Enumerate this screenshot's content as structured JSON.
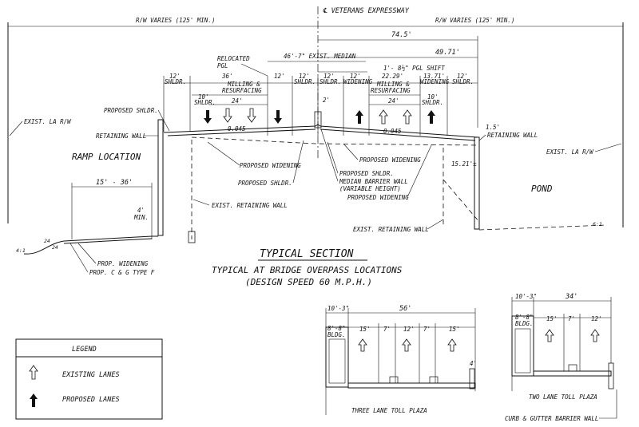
{
  "top": {
    "centerline": "℄ VETERANS EXPRESSWAY",
    "rw_left": "R/W VARIES (125' MIN.)",
    "rw_right": "R/W VARIES (125' MIN.)",
    "dim_745": "74.5'",
    "dim_4971": "49.71'",
    "exist_median": "46'-7\" EXIST. MEDIAN",
    "pgl_shift": "1'- 8½\" PGL SHIFT",
    "relocated_pgl": "RELOCATED\nPGL"
  },
  "lanes_left": {
    "shldr_12": "12'",
    "shldr_lbl": "SHLDR.",
    "d36": "36'",
    "milling": "MILLING &",
    "resurf": "RESURFACING",
    "d12b": "12'",
    "d12c": "12'",
    "shldr2": "SHLDR.",
    "d10": "10'",
    "shldr3": "SHLDR.",
    "d24": "24'",
    "slope": "0.045"
  },
  "lanes_right": {
    "d12a": "12'",
    "shldr_a": "SHLDR.",
    "d12b": "12'",
    "widening_a": "WIDENING",
    "d2229": "22.29'",
    "milling": "MILLING &",
    "resurf": "RESURFACING",
    "d1371": "13.71'",
    "widening_b": "WIDENING",
    "d12c": "12'",
    "shldr_c": "SHLDR.",
    "d24": "24'",
    "d10": "10'",
    "shldr_d": "SHLDR.",
    "slope": "0.045",
    "d2": "2'",
    "d15": "1.5'"
  },
  "callouts": {
    "exist_la_rw_left": "EXIST. LA R/W",
    "proposed_shldr_left": "PROPOSED SHLDR.",
    "retaining_wall_left": "RETAINING WALL",
    "ramp_location": "RAMP LOCATION",
    "proposed_widening_left": "PROPOSED WIDENING",
    "proposed_shldr_mid": "PROPOSED SHLDR.",
    "median_barrier": "MEDIAN BARRIER WALL",
    "variable_height": "(VARIABLE HEIGHT)",
    "proposed_shldr_right": "PROPOSED SHLDR.",
    "proposed_widening_right": "PROPOSED WIDENING",
    "proposed_widening_right2": "PROPOSED WIDENING",
    "retaining_wall_right": "RETAINING WALL",
    "exist_la_rw_right": "EXIST. LA R/W",
    "pond": "POND",
    "d1521": "15.21'±",
    "exist_retaining_left": "EXIST. RETAINING WALL",
    "exist_retaining_right": "EXIST. RETAINING WALL",
    "ramp_dim": "15' - 36'",
    "min4": "4'",
    "min_lbl": "MIN.",
    "prop_widening": "PROP. WIDENING",
    "prop_cg": "PROP. C & G TYPE F",
    "slope_left1": "24",
    "slope_left2": "24",
    "slope_left3": "4:1",
    "slope_right": "6:1"
  },
  "titles": {
    "main": "TYPICAL SECTION",
    "sub1": "TYPICAL AT BRIDGE OVERPASS LOCATIONS",
    "sub2": "(DESIGN SPEED 60 M.P.H.)"
  },
  "legend": {
    "title": "LEGEND",
    "existing": "EXISTING LANES",
    "proposed": "PROPOSED LANES"
  },
  "toll3": {
    "d103": "10'-3\"",
    "d56": "56'",
    "bldg_dim": "8'-8\"",
    "bldg": "BLDG.",
    "lanes": [
      "15'",
      "7'",
      "12'",
      "7'",
      "15'"
    ],
    "d4": "4'",
    "label": "THREE LANE TOLL PLAZA"
  },
  "toll2": {
    "d103": "10'-3\"",
    "d34": "34'",
    "bldg_dim": "8'-8\"",
    "bldg": "BLDG.",
    "lanes": [
      "15'",
      "7'",
      "12'"
    ],
    "label": "TWO LANE TOLL PLAZA",
    "curb": "CURB & GUTTER BARRIER WALL"
  }
}
